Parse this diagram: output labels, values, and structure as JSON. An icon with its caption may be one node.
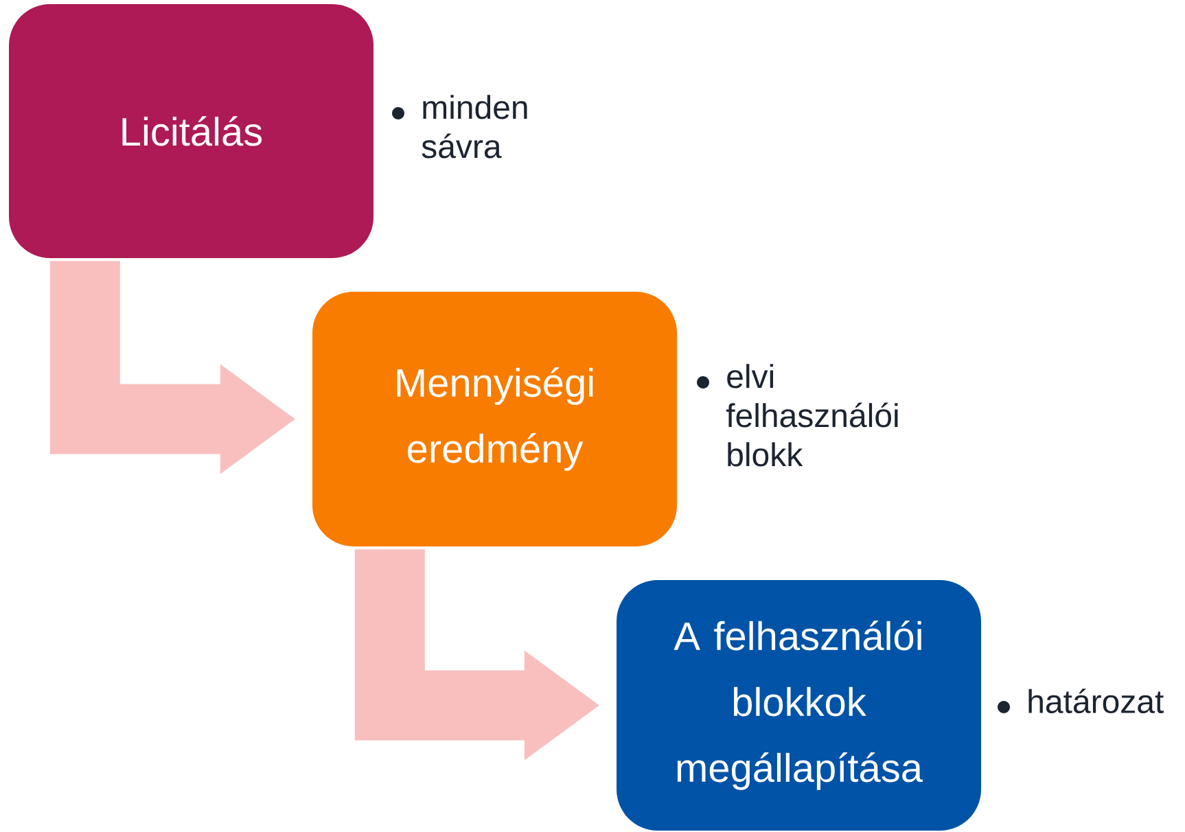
{
  "diagram": {
    "nodes": [
      {
        "text": [
          "Licitálás"
        ],
        "beside": [
          "minden sávra"
        ]
      },
      {
        "text": [
          "Mennyiségi eredmény"
        ],
        "beside": [
          "elvi felhasználói blokk"
        ]
      },
      {
        "text": [
          "A felhasználói blokkok megállapítása"
        ],
        "beside": [
          "határozat"
        ]
      }
    ],
    "edges": [
      {
        "from": 0,
        "to": 1,
        "arrow": "to"
      },
      {
        "from": 1,
        "to": 2,
        "arrow": "to"
      }
    ]
  }
}
